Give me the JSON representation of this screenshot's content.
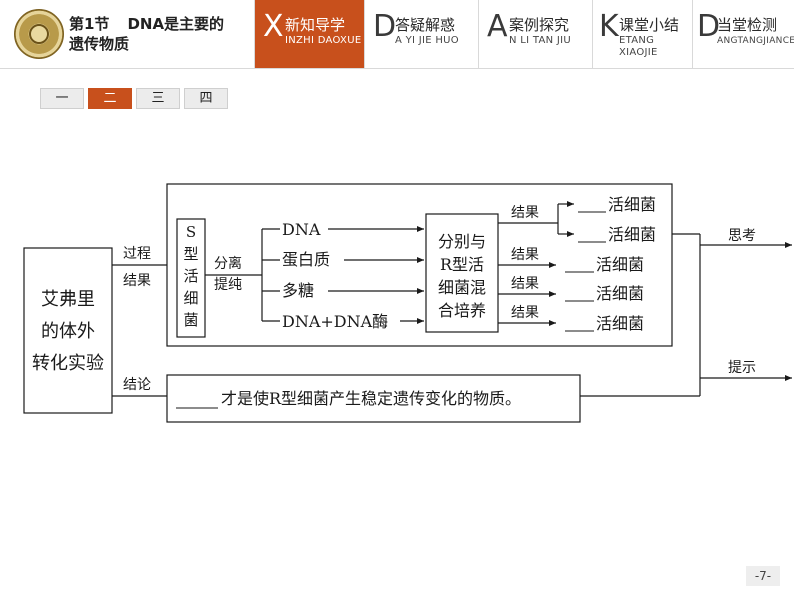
{
  "header": {
    "title_line1_section": "第1节",
    "title_line1_text": "DNA是主要的",
    "title_line2": "遗传物质",
    "tabs": [
      {
        "big": "X",
        "cn": "新知导学",
        "en": "INZHI DAOXUE",
        "active": true
      },
      {
        "big": "D",
        "cn": "答疑解惑",
        "en": "A YI JIE HUO",
        "active": false
      },
      {
        "big": "A",
        "cn": "案例探究",
        "en": "N LI TAN JIU",
        "active": false
      },
      {
        "big": "K",
        "cn": "课堂小结",
        "en": "ETANG XIAOJIE",
        "active": false
      },
      {
        "big": "D",
        "cn": "当堂检测",
        "en": "ANGTANGJIANCE",
        "active": false
      }
    ]
  },
  "subnav": {
    "items": [
      "一",
      "二",
      "三",
      "四"
    ],
    "active_index": 1
  },
  "diagram": {
    "main_box": [
      "艾弗里",
      "的体外",
      "转化实验"
    ],
    "process_label": [
      "过程",
      "结果"
    ],
    "conclusion_label": "结论",
    "source_box": [
      "S",
      "型",
      "活",
      "细",
      "菌"
    ],
    "separate_label": [
      "分离",
      "提纯"
    ],
    "components": [
      "DNA",
      "蛋白质",
      "多糖",
      "DNA+DNA酶"
    ],
    "culture_box": [
      "分别与",
      "R型活",
      "细菌混",
      "合培养"
    ],
    "result_label": "结果",
    "outcome_suffix": "活细菌",
    "outcome_blank": "____",
    "conclusion_blank": "_____",
    "conclusion_text": "才是使R型细菌产生稳定遗传变化的物质。",
    "think_label": "思考",
    "hint_label": "提示"
  },
  "page_number": "-7-",
  "colors": {
    "accent": "#c8501c",
    "line": "#1a1a1a"
  }
}
